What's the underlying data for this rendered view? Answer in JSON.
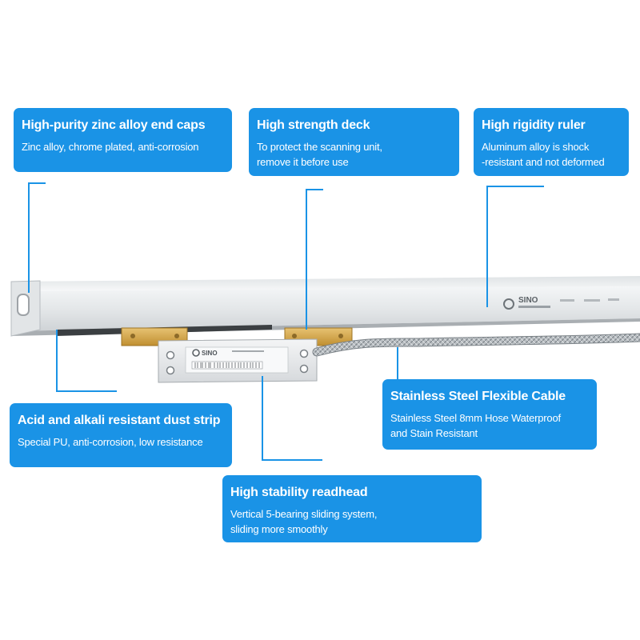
{
  "callouts": {
    "end_caps": {
      "title": "High-purity zinc alloy end caps",
      "desc": "Zinc alloy, chrome plated, anti-corrosion"
    },
    "deck": {
      "title": "High strength deck",
      "desc_line1": "To protect the scanning unit,",
      "desc_line2": "remove it before use"
    },
    "ruler": {
      "title": "High rigidity ruler",
      "desc_line1": "Aluminum alloy is shock",
      "desc_line2": "-resistant and not deformed"
    },
    "dust_strip": {
      "title": "Acid and alkali resistant dust strip",
      "desc": "Special PU, anti-corrosion, low resistance"
    },
    "cable": {
      "title": "Stainless Steel Flexible Cable",
      "desc_line1": "Stainless Steel 8mm Hose Waterproof",
      "desc_line2": "and Stain Resistant"
    },
    "readhead": {
      "title": "High stability readhead",
      "desc_line1": "Vertical 5-bearing sliding system,",
      "desc_line2": "sliding more smoothly"
    }
  },
  "product": {
    "ruler_brand": "SINO",
    "readhead_brand": "SINO"
  },
  "colors": {
    "callout_blue": "#1a93e6",
    "ruler_body": "#e9ecee",
    "bracket_gold": "#d4a94c"
  }
}
